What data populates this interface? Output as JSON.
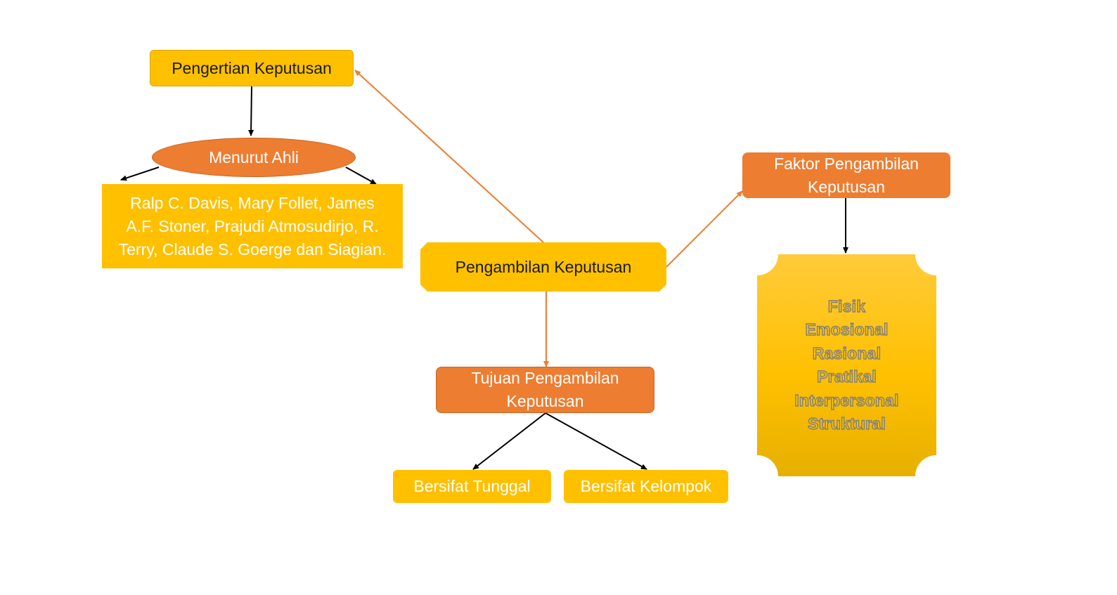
{
  "diagram": {
    "nodes": {
      "pengertian": {
        "label": "Pengertian Keputusan"
      },
      "menurut": {
        "label": "Menurut Ahli"
      },
      "ahli": {
        "lines": [
          "Ralp C. Davis, Mary Follet, James",
          "A.F. Stoner, Prajudi Atmosudirjo, R.",
          "Terry, Claude S. Goerge dan Siagian."
        ]
      },
      "faktor": {
        "lines": [
          "Faktor Pengambilan",
          "Keputusan"
        ]
      },
      "pengambilan": {
        "label": "Pengambilan Keputusan"
      },
      "tujuan": {
        "lines": [
          "Tujuan Pengambilan",
          "Keputusan"
        ]
      },
      "tunggal": {
        "label": "Bersifat Tunggal"
      },
      "kelompok": {
        "label": "Bersifat Kelompok"
      },
      "faktor_list": {
        "items": [
          "Fisik",
          "Emosional",
          "Rasional",
          "Pratikal",
          "Interpersonal",
          "Struktural"
        ]
      }
    },
    "colors": {
      "gold": "#FFC000",
      "orange": "#ED7D31",
      "arrow_orange": "#ED7D31",
      "arrow_black": "#000000"
    },
    "edges": [
      {
        "from": "pengambilan",
        "to": "pengertian"
      },
      {
        "from": "pengambilan",
        "to": "faktor"
      },
      {
        "from": "pengambilan",
        "to": "tujuan"
      },
      {
        "from": "pengertian",
        "to": "menurut"
      },
      {
        "from": "menurut",
        "to": "ahli"
      },
      {
        "from": "tujuan",
        "to": "tunggal"
      },
      {
        "from": "tujuan",
        "to": "kelompok"
      },
      {
        "from": "faktor",
        "to": "faktor_list"
      }
    ]
  }
}
